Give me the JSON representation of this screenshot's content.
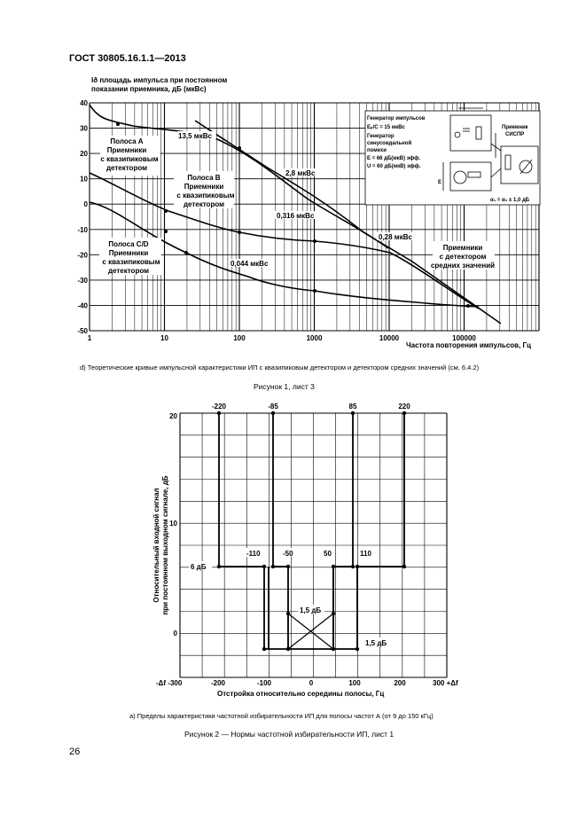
{
  "header": "ГОСТ  30805.16.1.1—2013",
  "figure1": {
    "y_title_line1": "Ið площадь импульса при постоянном",
    "y_title_line2": "показании приемника, дБ (мкВс)",
    "y_ticks": [
      "40",
      "30",
      "20",
      "10",
      "0",
      "-10",
      "-20",
      "-30",
      "-40",
      "-50"
    ],
    "x_ticks": [
      "1",
      "10",
      "100",
      "1000",
      "10000",
      "100000"
    ],
    "x_title": "Частота повторения импульсов, Гц",
    "labels": {
      "a_1": "Полоса А",
      "a_2": "Приемники",
      "a_3": "с квазипиковым",
      "a_4": "детектором",
      "b_1": "Полоса В",
      "b_2": "Приемники",
      "b_3": "с квазипиковым",
      "b_4": "детектором",
      "cd_1": "Полоса C/D",
      "cd_2": "Приемники",
      "cd_3": "с квазипиковым",
      "cd_4": "детектором",
      "avg_1": "Приемники",
      "avg_2": "с детектором",
      "avg_3": "средних значений",
      "v135": "13,5 мкВс",
      "v28": "2,8 мкВс",
      "v0316": "0,316 мкВс",
      "v028": "0,28 мкВс",
      "v0044": "0,044 мкВс"
    },
    "inset": {
      "gen_1": "Генератор импульсов",
      "gen_2": "Eₚ/C = 15 мкВс",
      "gen_3": "Генератор",
      "gen_4": "синусоидальной",
      "gen_5": "помехи",
      "gen_6": "E = 66 дБ(мкВ) эфф.",
      "gen_7": "U = 60 дБ(мкВ) эфф.",
      "rx_1": "Приемник",
      "rx_2": "СИСПР",
      "e_label": "E",
      "formula": "α₁ = α₂ ± 1,0 дБ"
    },
    "caption": "d) Теоретические кривые импульсной характеристики ИП с квазипиковым детектором и детектором средних значений (см. 6.4.2)",
    "title": "Рисунок 1, лист 3"
  },
  "figure2": {
    "top_labels": [
      "-220",
      "-85",
      "85",
      "220"
    ],
    "y_ticks": [
      "20",
      "10",
      "0"
    ],
    "x_ticks": [
      "-200",
      "-100",
      "0",
      "100",
      "200"
    ],
    "x_left": "-Δf -300",
    "x_right": "300 +Δf",
    "x_title": "Отстройка относительно середины полосы, Гц",
    "y_title_line1": "Относительный входной сигнал",
    "y_title_line2": "при постоянном выходном сигнале, дБ",
    "inner": {
      "db6": "6 дБ",
      "m110": "-110",
      "m50": "-50",
      "p50": "50",
      "p110": "110",
      "db15a": "1,5 дБ",
      "db15b": "1,5 дБ"
    },
    "caption": "а) Пределы характеристики частотной избирательности ИП для полосы частот А (от 9 до 150 кГц)",
    "title": "Рисунок 2 — Нормы частотной избирательности ИП, лист 1"
  },
  "page_number": "26"
}
